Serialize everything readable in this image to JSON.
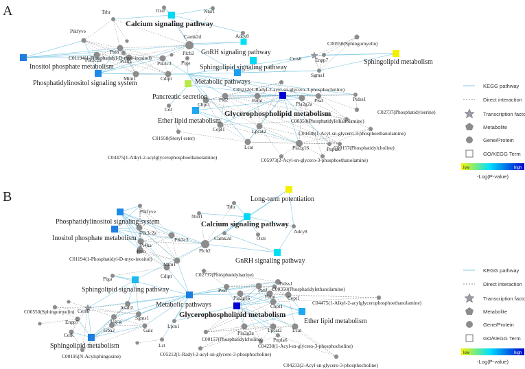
{
  "panels": [
    {
      "letter": "A",
      "big_labels": [
        "Calcium signaling pathway",
        "Glycerophospholipid metabolism"
      ],
      "pathway_labels": [
        "GnRH signaling pathway",
        "Sphingolipid signaling pathway",
        "Sphingolipid metabolism",
        "Inositol phosphate metabolism",
        "Phosphatidylinositol signaling system",
        "Metabolic pathways",
        "Pancreatic secretion",
        "Ether lipid metabolism"
      ],
      "gene_labels": [
        "Oxtr",
        "Ntsr1",
        "Trhr",
        "Pikfyve",
        "Camk2d",
        "Adcy8",
        "Pten",
        "Pik3c2a",
        "Pi4ka",
        "Pik3c3",
        "Plcb2",
        "Piga",
        "Mtm1",
        "Cdipt",
        "Cers6",
        "Enpp7",
        "Sgms1",
        "Cel",
        "Chpt1",
        "Pld2",
        "Pemt",
        "Pla2g2a",
        "Pisd",
        "Ptdss1",
        "Cept1",
        "Lpcat2",
        "Lcat",
        "Pla2g16",
        "Pnpla6"
      ],
      "metabolite_labels": [
        "C00550(Sphingomyelin)",
        "C01194(1-Phosphatidyl-D-myo-inositol)",
        "C05212(1-Radyl-2-acyl-sn-glycero-3-phosphocholine)",
        "C02737(Phosphatidylserine)",
        "C00350(Phosphatidylethanolamine)",
        "C04438(1-Acyl-sn-glycero-3-phosphoethanolamine)",
        "C01958(Steryl ester)",
        "C00157(Phosphatidylcholine)",
        "C04475(1-Alkyl-2-acylglycerophosphoethanolamine)",
        "C05973(2-Acyl-sn-glycero-3-phosphoethanolamine)"
      ]
    },
    {
      "letter": "B",
      "big_labels": [
        "Calcium signaling pathway",
        "Glycerophospholipid metabolism"
      ],
      "pathway_labels": [
        "Long-term potentiation",
        "Phosphatidylinositol signaling system",
        "Inositol phosphate metabolism",
        "GnRH signaling pathway",
        "Sphingolipid signaling pathway",
        "Metabolic pathways",
        "Ether lipid metabolism",
        "Sphingolipid metabolism"
      ],
      "gene_labels": [
        "Pikfyve",
        "Trhr",
        "Ntsr1",
        "Pik3c2a",
        "Pik3c3",
        "Pi4ka",
        "Pten",
        "Camk2d",
        "Oxtr",
        "Adcy8",
        "Plcb2",
        "Mtm1",
        "Cdipt",
        "Piga",
        "Pisd",
        "Pld2",
        "Ptdss1",
        "Pla2g16",
        "Pemt",
        "Cept1",
        "Chpt1",
        "Cers6",
        "Asah2",
        "Ugcg",
        "Enpp7",
        "Sgms1",
        "Gba2",
        "Galc",
        "Cerk",
        "Lpin1",
        "Lct",
        "Pla2g2a",
        "Lpcat2",
        "Lcat",
        "Pnpla6"
      ],
      "metabolite_labels": [
        "C01194(1-Phosphatidyl-D-myo-inositol)",
        "C02737(Phosphatidylserine)",
        "C00350(Phosphatidylethanolamine)",
        "C00550(Sphingomyelin)",
        "C04475(1-Alkyl-2-acylglycerophosphoethanolamine)",
        "C00157(Phosphatidylcholine)",
        "C04230(1-Acyl-sn-glycero-3-phosphocholine)",
        "C05212(1-Radyl-2-acyl-sn-glycero-3-phosphocholine)",
        "C00195(N-Acylsphingosine)",
        "C04233(2-Acyl-sn-glycero-3-phosphocholine)"
      ]
    }
  ],
  "legend": {
    "items": [
      "KEGG pathway",
      "Direct interaction",
      "Transcription factor",
      "Metabolite",
      "Gene/Protein",
      "GO/KEGG Term"
    ],
    "scale_low": "low",
    "scale_high": "high",
    "scale_caption": "-Log(P-value)"
  },
  "colors": {
    "kegg_edge": "#7ec8e3",
    "interaction_edge": "#666666",
    "node_gray": "#8c8c8c",
    "gradient": [
      "#f5f500",
      "#00e0ff",
      "#0000cc"
    ]
  }
}
